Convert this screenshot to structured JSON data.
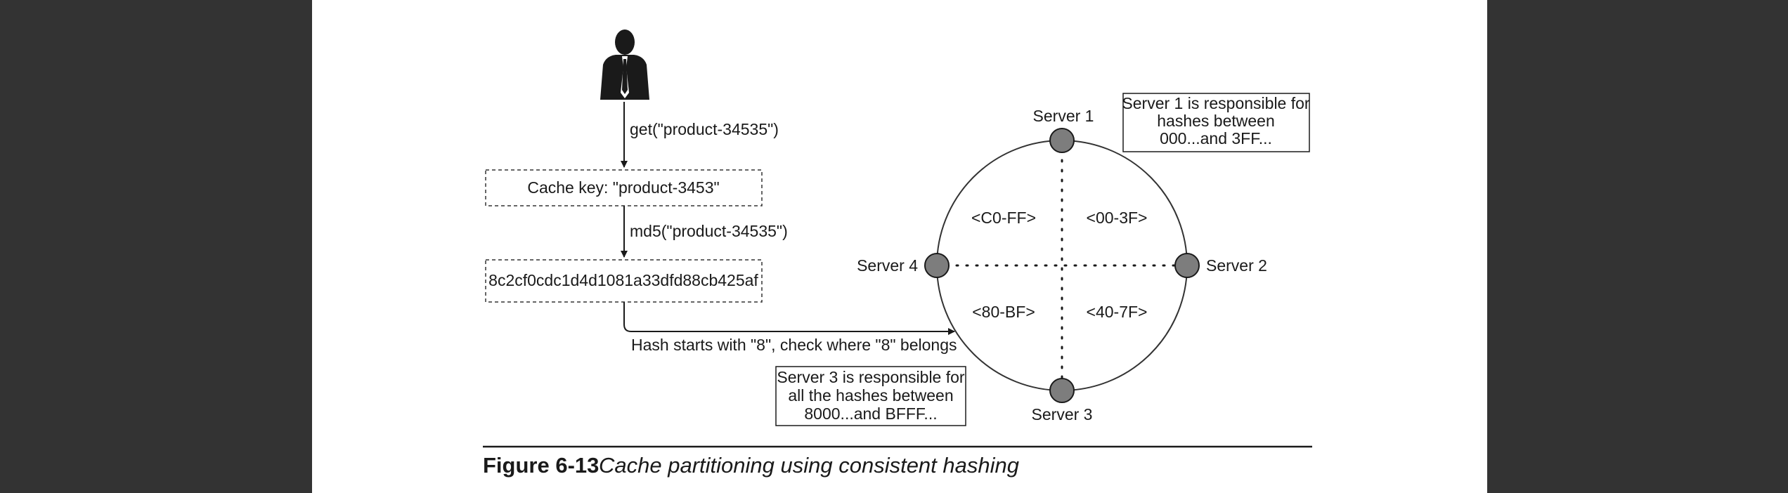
{
  "diagram": {
    "get_call": "get(\"product-34535\")",
    "cache_key": "Cache key: \"product-3453\"",
    "md5_call": "md5(\"product-34535\")",
    "hash_value": "8c2cf0cdc1d4d1081a33dfd88cb425af",
    "hash_note": "Hash starts with \"8\", check where \"8\" belongs",
    "servers": {
      "s1": "Server 1",
      "s2": "Server 2",
      "s3": "Server 3",
      "s4": "Server 4"
    },
    "ranges": {
      "top_left": "<C0-FF>",
      "top_right": "<00-3F>",
      "bottom_left": "<80-BF>",
      "bottom_right": "<40-7F>"
    },
    "server1_note": [
      "Server 1 is responsible for",
      "hashes between",
      "000...and 3FF..."
    ],
    "server3_note": [
      "Server 3 is responsible for",
      "all the hashes between",
      "8000...and BFFF..."
    ]
  },
  "caption": {
    "number": "Figure 6-13",
    "text": "Cache partitioning using consistent hashing"
  }
}
